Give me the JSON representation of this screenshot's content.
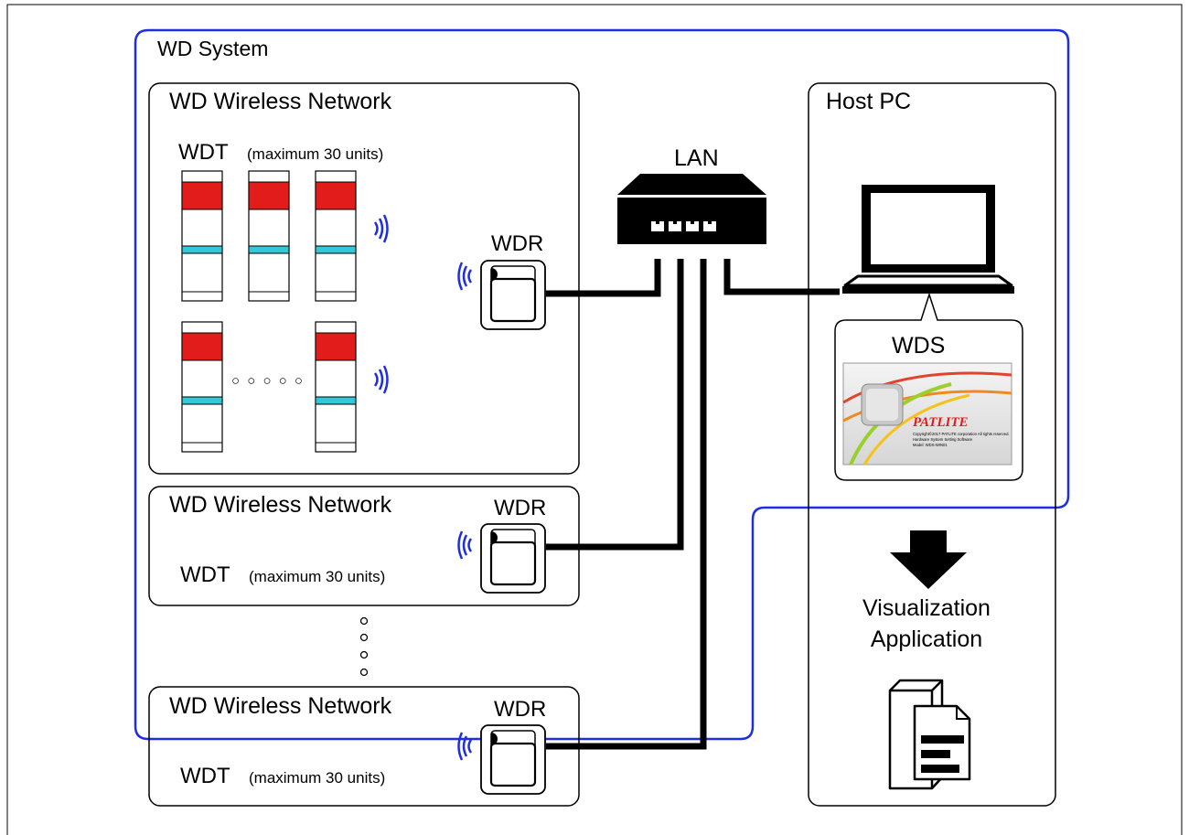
{
  "system": {
    "label": "WD System"
  },
  "networks": [
    {
      "title": "WD Wireless Network",
      "wdt_label": "WDT",
      "wdt_note": "(maximum 30 units)",
      "wdr_label": "WDR",
      "ellipsis": "○ ○ ○ ○ ○"
    },
    {
      "title": "WD Wireless Network",
      "wdt_label": "WDT",
      "wdt_note": "(maximum 30 units)",
      "wdr_label": "WDR"
    },
    {
      "title": "WD Wireless Network",
      "wdt_label": "WDT",
      "wdt_note": "(maximum 30 units)",
      "wdr_label": "WDR"
    }
  ],
  "lan": {
    "label": "LAN"
  },
  "host": {
    "title": "Host PC",
    "wds_label": "WDS",
    "wds_card": {
      "brand": "PATLITE",
      "line1": "Copyright©2017 PATLITE corporation All rights reserved.",
      "line2": "Hardware System Setting Software",
      "line3": "Model: WDS-WIN01"
    },
    "app_line1": "Visualization",
    "app_line2": "Application"
  },
  "colors": {
    "system_border": "#1f2ee0",
    "lamp_red": "#e21b1b",
    "lamp_cyan": "#33c8d8",
    "signal_blue": "#1f2ee0"
  }
}
